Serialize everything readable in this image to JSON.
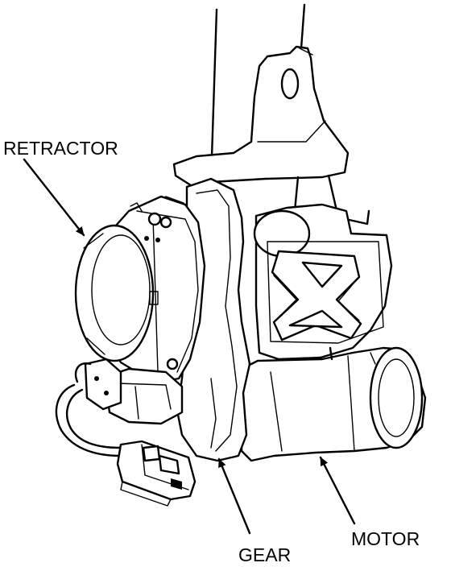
{
  "labels": {
    "retractor": "RETRACTOR",
    "gear": "GEAR",
    "motor": "MOTOR"
  },
  "colors": {
    "line": "#000000",
    "background": "#ffffff"
  }
}
